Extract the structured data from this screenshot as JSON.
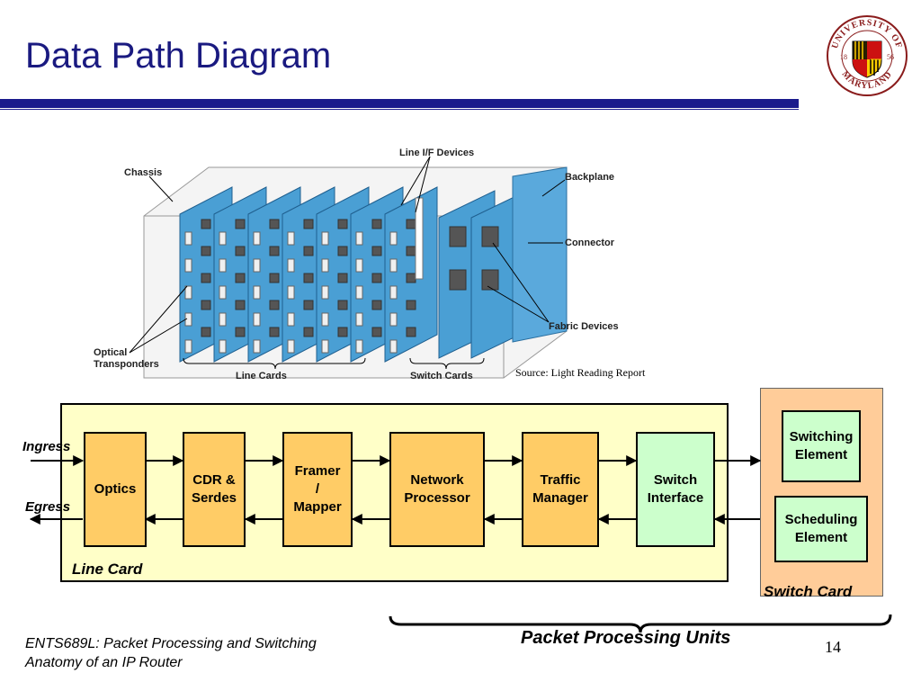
{
  "title": "Data Path Diagram",
  "chassis_labels": {
    "chassis": "Chassis",
    "line_if_devices": "Line I/F Devices",
    "backplane": "Backplane",
    "connector": "Connector",
    "fabric_devices": "Fabric Devices",
    "optical_1": "Optical",
    "optical_2": "Transponders",
    "line_cards": "Line Cards",
    "switch_cards": "Switch Cards"
  },
  "source": "Source: Light Reading Report",
  "blocks": {
    "optics": "Optics",
    "cdr_1": "CDR &",
    "cdr_2": "Serdes",
    "framer_1": "Framer",
    "framer_2": "/",
    "framer_3": "Mapper",
    "np_1": "Network",
    "np_2": "Processor",
    "tm_1": "Traffic",
    "tm_2": "Manager",
    "si_1": "Switch",
    "si_2": "Interface",
    "se_1": "Switching",
    "se_2": "Element",
    "sch_1": "Scheduling",
    "sch_2": "Element"
  },
  "labels": {
    "ingress": "Ingress",
    "egress": "Egress",
    "line_card": "Line Card",
    "switch_card": "Switch Card",
    "packet_processing_units": "Packet Processing Units"
  },
  "footer": {
    "line1": "ENTS689L: Packet Processing and Switching",
    "line2": "Anatomy of an IP Router",
    "page": "14"
  },
  "seal": {
    "top_text": "UNIVERSITY OF",
    "bottom_text": "MARYLAND",
    "year_left": "18",
    "year_right": "56"
  },
  "colors": {
    "title_blue": "#1a1a80",
    "line_card_fill": "#ffffc8",
    "switch_card_fill": "#ffcc99",
    "block_orange": "#ffcc66",
    "block_green": "#ccffcc",
    "card_blue": "#4a9fd4"
  }
}
